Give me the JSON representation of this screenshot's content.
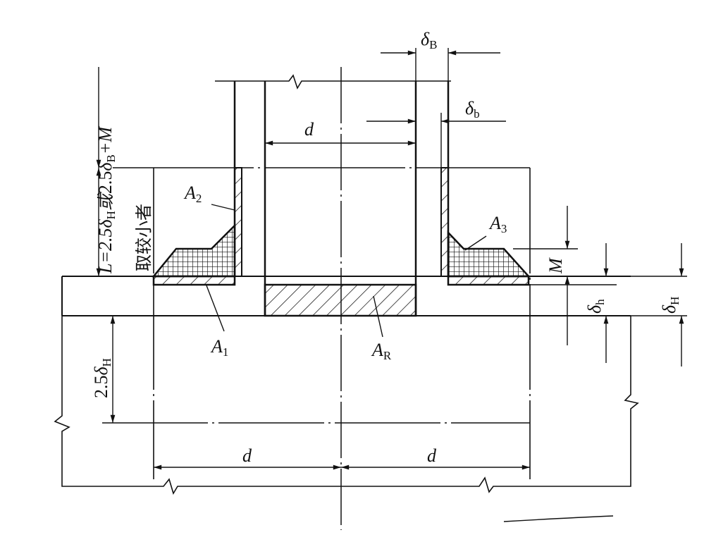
{
  "labels": {
    "delta": "δ",
    "sub_B": "B",
    "sub_b": "b",
    "sub_h": "h",
    "sub_H": "H",
    "d": "d",
    "A": "A",
    "sub_1": "1",
    "sub_2": "2",
    "sub_3": "3",
    "sub_R": "R",
    "M": "M",
    "two_five": "2.5",
    "L_formula_part1": "L=2.5",
    "L_formula_or": "或",
    "L_formula_part2": "2.5",
    "L_formula_plus": "+M",
    "L_formula_note": "取较小者"
  }
}
